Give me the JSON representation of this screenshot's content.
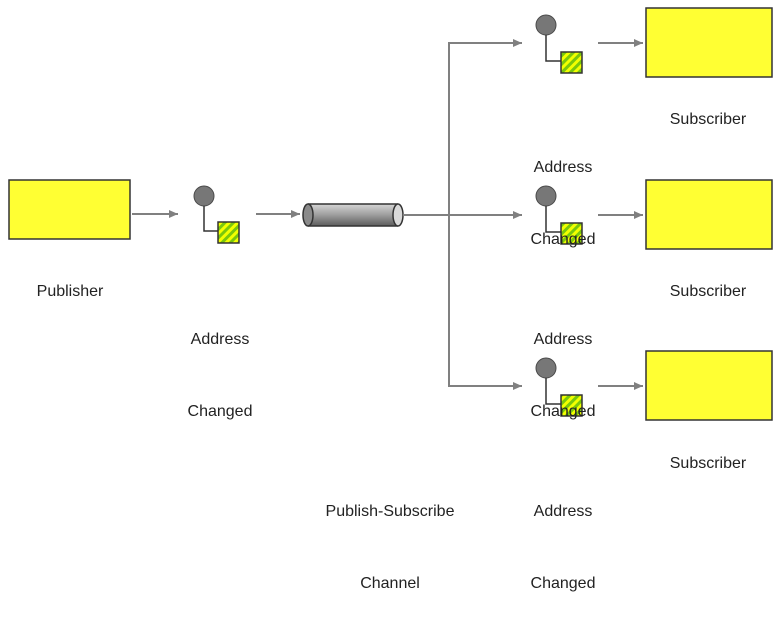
{
  "labels": {
    "publisher": "Publisher",
    "message_left_line1": "Address",
    "message_left_line2": "Changed",
    "channel_line1": "Publish-Subscribe",
    "channel_line2": "Channel",
    "message_top_line1": "Address",
    "message_top_line2": "Changed",
    "message_mid_line1": "Address",
    "message_mid_line2": "Changed",
    "message_bottom_line1": "Address",
    "message_bottom_line2": "Changed",
    "subscriber_top": "Subscriber",
    "subscriber_mid": "Subscriber",
    "subscriber_bottom": "Subscriber"
  },
  "colors": {
    "box_fill": "#ffff33",
    "box_stroke": "#333333",
    "arrow": "#808080",
    "message_circle": "#777777",
    "message_square_green": "#7ac70c",
    "message_square_stripe": "#f2ff00",
    "channel_body": "#9a9a9a"
  }
}
